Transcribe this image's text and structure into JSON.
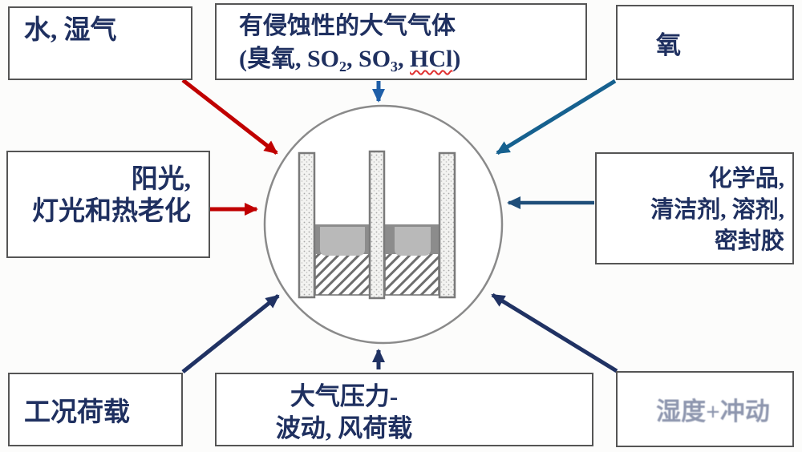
{
  "diagram": {
    "center_icon": "insulating-glass-unit-edge-cross-section",
    "boxes": {
      "water": {
        "label": "水, 湿气"
      },
      "gases": {
        "line1": "有侵蚀性的大气气体",
        "line2_prefix": "(臭氧, SO₂, SO₃, ",
        "line2_hcl": "HCl",
        "line2_suffix": ")"
      },
      "oxygen": {
        "label": "氧"
      },
      "sunlight": {
        "line1": "阳光,",
        "line2": "灯光和热老化"
      },
      "chemicals": {
        "line1": "化学品,",
        "line2": "清洁剂, 溶剂,",
        "line3": "密封胶"
      },
      "loads": {
        "label": "工况荷载"
      },
      "pressure": {
        "line1": "大气压力-",
        "line2": "波动, 风荷载"
      },
      "temperature": {
        "label": "湿度+冲动"
      }
    },
    "colors": {
      "text": "#1f3060",
      "box_border": "#555555",
      "red_arrow": "#c00000",
      "blue_arrow": "#1f5fa8",
      "teal_arrow": "#16618f",
      "steel_arrow": "#1f4e79",
      "navy_arrow": "#203263",
      "circle_stroke": "#8a8a8a",
      "hcl_underline": "#e03030"
    }
  }
}
